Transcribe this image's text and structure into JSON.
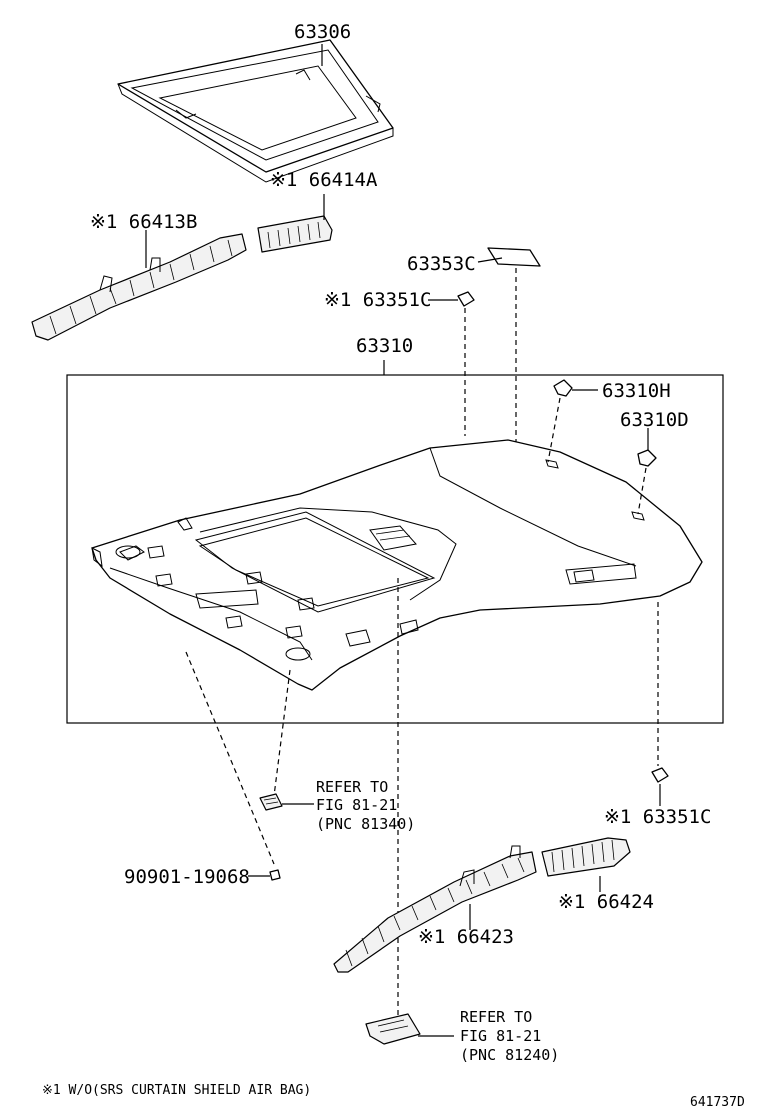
{
  "parts": {
    "p63306": "63306",
    "p66414a": "※1 66414A",
    "p66413b": "※1 66413B",
    "p63353c": "63353C",
    "p63351c_top": "※1 63351C",
    "p63310": "63310",
    "p63310h": "63310H",
    "p63310d": "63310D",
    "p63351c_bottom": "※1 63351C",
    "p90901": "90901-19068",
    "p66424": "※1 66424",
    "p66423": "※1 66423"
  },
  "refers": {
    "ref1": {
      "line1": "REFER TO",
      "line2": "FIG 81-21",
      "line3": "(PNC 81340)"
    },
    "ref2": {
      "line1": "REFER TO",
      "line2": "FIG 81-21",
      "line3": "(PNC 81240)"
    }
  },
  "footnote": "※1 W/O(SRS CURTAIN SHIELD AIR BAG)",
  "figure_code": "641737D"
}
